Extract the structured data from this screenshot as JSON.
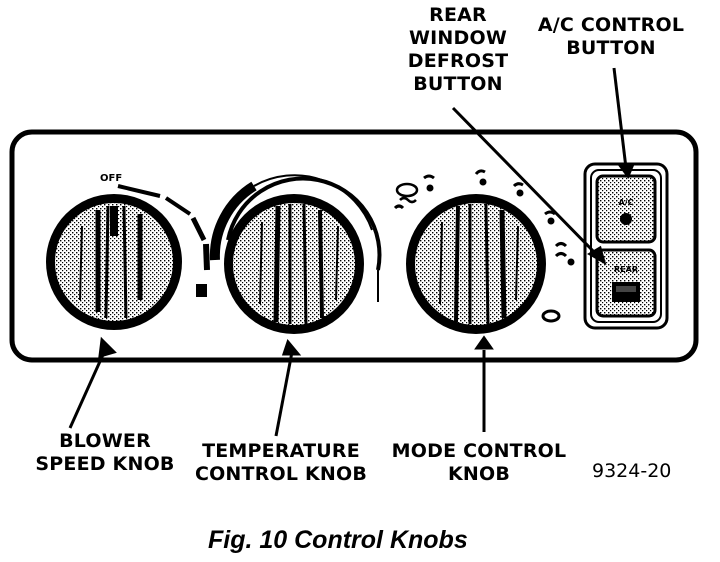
{
  "callouts": {
    "rear_defrost": [
      "REAR",
      "WINDOW",
      "DEFROST",
      "BUTTON"
    ],
    "ac_control": [
      "A/C CONTROL",
      "BUTTON"
    ],
    "blower": [
      "BLOWER",
      "SPEED KNOB"
    ],
    "temperature": [
      "TEMPERATURE",
      "CONTROL KNOB"
    ],
    "mode": [
      "MODE CONTROL",
      "KNOB"
    ]
  },
  "panel": {
    "off_label": "OFF",
    "ac_button_label": "A/C",
    "rear_button_label": "REAR"
  },
  "figure_id": "9324-20",
  "caption": "Fig. 10 Control Knobs"
}
